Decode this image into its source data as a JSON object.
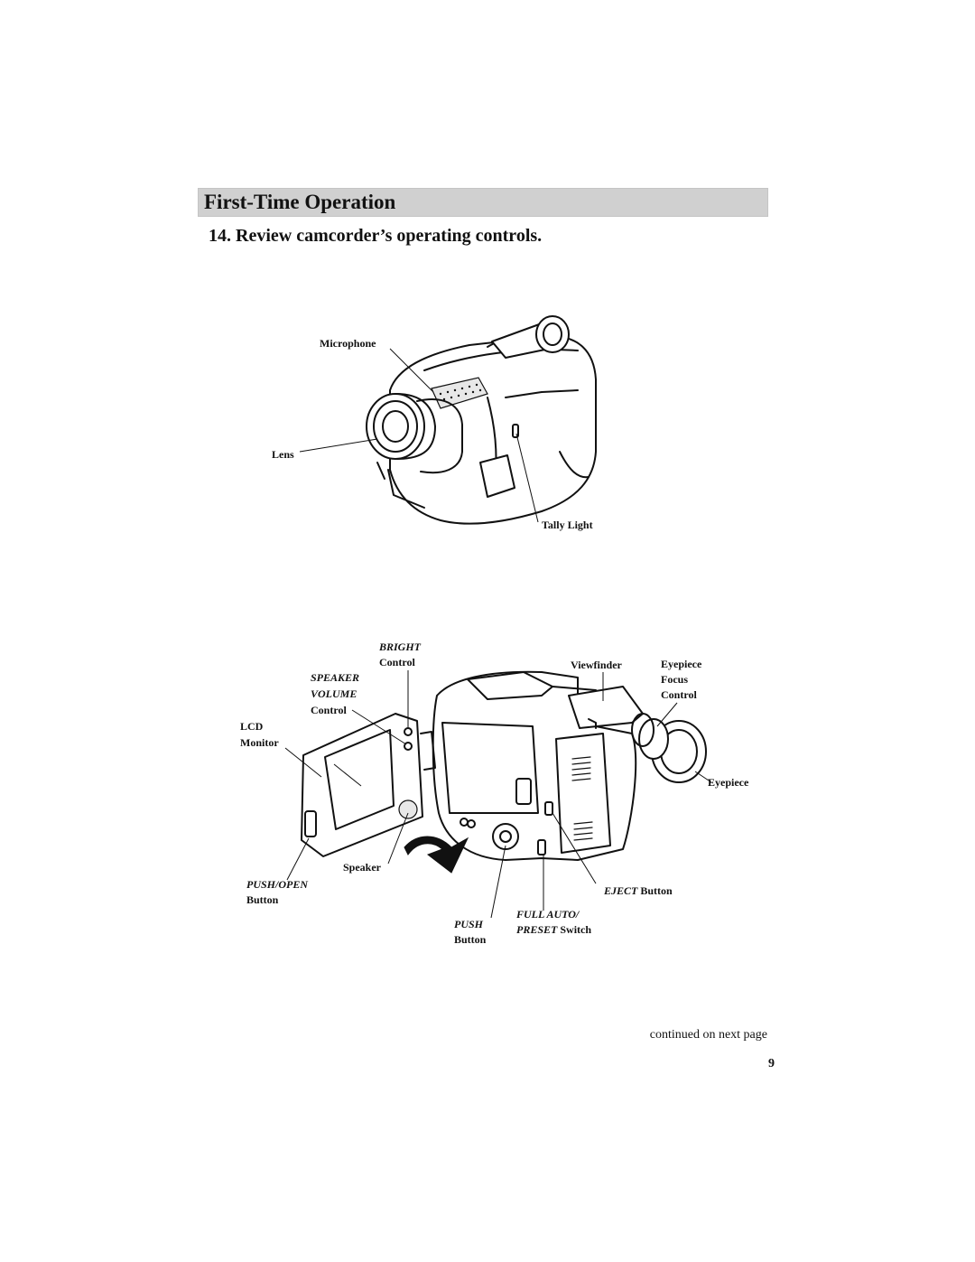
{
  "section": {
    "title": "First-Time Operation"
  },
  "step": {
    "heading": "14. Review camcorder’s operating controls."
  },
  "figure_front": {
    "microphone": "Microphone",
    "lens": "Lens",
    "tally_light": "Tally Light"
  },
  "figure_side": {
    "bright_italic": "BRIGHT",
    "bright_control": "Control",
    "speaker_italic": "SPEAKER",
    "volume_italic": "VOLUME",
    "volume_control": "Control",
    "lcd_line1": "LCD",
    "lcd_line2": "Monitor",
    "speaker": "Speaker",
    "push_open_italic": "PUSH/OPEN",
    "push_open_button": "Button",
    "push_italic": "PUSH",
    "push_button": "Button",
    "full_auto_italic": "FULL AUTO/",
    "preset_italic": "PRESET",
    "preset_switch": "Switch",
    "eject_italic": "EJECT",
    "eject_button": "Button",
    "viewfinder": "Viewfinder",
    "eyepiece_focus_1": "Eyepiece",
    "eyepiece_focus_2": "Focus",
    "eyepiece_focus_3": "Control",
    "eyepiece": "Eyepiece"
  },
  "footer": {
    "continued": "continued on next page",
    "page_number": "9"
  }
}
